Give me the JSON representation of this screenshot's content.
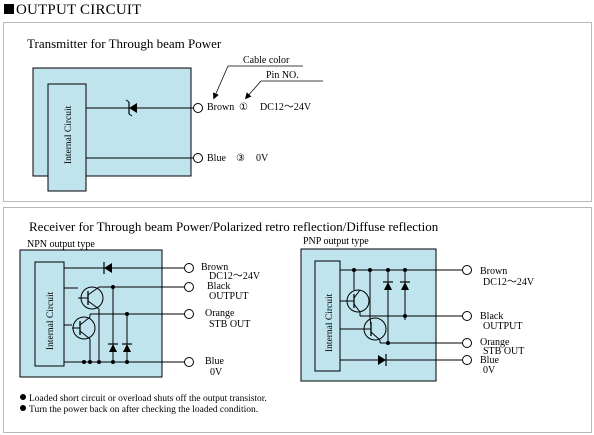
{
  "header": {
    "title": "OUTPUT CIRCUIT"
  },
  "transmitter": {
    "title": "Transmitter for Through beam Power",
    "cable_color_label": "Cable color",
    "pin_label": "Pin NO.",
    "internal_circuit": "Internal Circuit",
    "brown_label": "Brown",
    "brown_pin": "①",
    "brown_value": "DC12～24V",
    "blue_label": "Blue",
    "blue_pin": "③",
    "blue_value": "0V"
  },
  "receiver": {
    "title": "Receiver for Through beam Power/Polarized retro reflection/Diffuse reflection",
    "npn": {
      "title": "NPN output type",
      "internal_circuit": "Internal Circuit",
      "brown_label": "Brown",
      "brown_value": "DC12～24V",
      "black_label": "Black",
      "black_value": "OUTPUT",
      "orange_label": "Orange",
      "orange_value": "STB OUT",
      "blue_label": "Blue",
      "blue_value": "0V"
    },
    "pnp": {
      "title": "PNP output type",
      "internal_circuit": "Internal Circuit",
      "brown_label": "Brown",
      "brown_value": "DC12～24V",
      "black_label": "Black",
      "black_value": "OUTPUT",
      "orange_label": "Orange",
      "orange_value": "STB OUT",
      "blue_label": "Blue",
      "blue_value": "0V"
    },
    "notes": [
      "Loaded short circuit or overload shuts off the output transistor.",
      "Turn the power back on after checking the loaded condition."
    ]
  },
  "colors": {
    "panel_fill": "#bfe4ee",
    "line": "#000000",
    "frame": "#b8b8b8"
  }
}
